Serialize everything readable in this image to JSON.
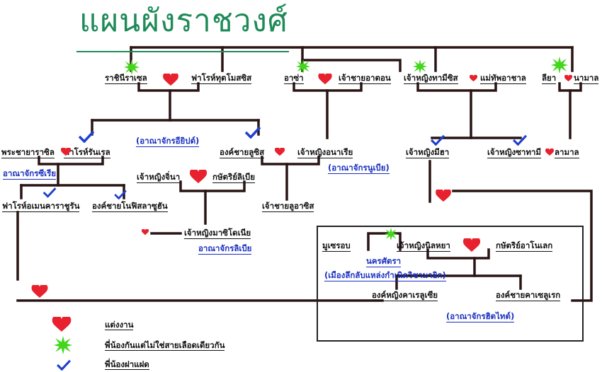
{
  "title": "แผนผังราชวงศ์",
  "people": {
    "rachini_rasel": "ราชินีราเซล",
    "pharaoh_tut": "ฟาโรห์ทุตโมสซิส",
    "asia": "อาซ่า",
    "chaochai_atom": "เจ้าชายอาตอน",
    "princess_ramises": "เจ้าหญิงทามีซิส",
    "general_achan": "แม่ทัพอาชาล",
    "liya": "ลียา",
    "namal": "นามาล",
    "consort_rasil": "พระชายาราซิล",
    "pharaoh_ruen": "ฟาโรห์รันเรล",
    "prince_lusis": "องค์ชายลูซิส",
    "princess_anaria": "เจ้าหญิงอนาเรีย",
    "princess_mia": "เจ้าหญิงมีฮา",
    "princess_tami": "เจ้าหญิงซาทามี",
    "lamal": "ลามาล",
    "princess_jinna": "เจ้าหญิงจิ่นา",
    "king_libya": "กษัตริย์ลิเบีย",
    "chaochai_lu": "เจ้าชายลูอาซิส",
    "pharaoh_amen": "ฟาโรห์อเมนคาราชูรัน",
    "prince_nophis": "องค์ชายโนฟิสลาซูฮัน",
    "princess_masi": "เจ้าหญิงมาซิโดเนีย",
    "museo": "มูเซรอบ",
    "princess_nilaya": "เจ้าหญิงนิลหยา",
    "king_anolek": "กษัตริย์อาโนเลก",
    "princess_kaleria": "องค์หญิงคาเรลูเซีย",
    "prince_kaleric": "องค์ชายคาเซลูเรก"
  },
  "kingdoms": {
    "egypt": "(อาณาจักรอียิปต์)",
    "sieria": "อาณาจักรซีเรีย",
    "nubia": "(อาณาจักรนูเบีย)",
    "libya": "อาณาจักรลิเบีย",
    "nakorn": "นครศัตรา",
    "secret_city": "(เมืองลึกลับแหล่งกำเนิดวิชามายิก)",
    "hittite": "(อาณาจักรฮิตไทต์)"
  },
  "legend": [
    {
      "icon": "heart-icon",
      "label": "แต่งงาน"
    },
    {
      "icon": "green-star-icon",
      "label": "พี่น้องกันแต่ไม่ใช่สายเลือดเดียวกัน"
    },
    {
      "icon": "check-icon",
      "label": "พี่น้องฝาแฝด"
    }
  ],
  "colors": {
    "title": "#1e8a58",
    "heart": "#e8212e",
    "star": "#44d61c",
    "check": "#1e3fd0",
    "kingdom": "#1a2fbf",
    "line": "#2a1414"
  }
}
